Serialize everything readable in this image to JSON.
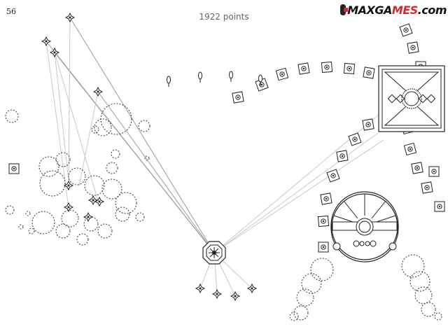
{
  "hud": {
    "counter": "56",
    "score": "1922 points"
  },
  "logo": {
    "text_main": "MAXGA",
    "text_accent": "MES",
    "text_suffix": ".com"
  },
  "colors": {
    "ink": "#222222",
    "beam": "#bbbbbb",
    "smoke": "#333333",
    "logo_red": "#d9262c"
  },
  "icons": {
    "enemy_small": "crosshair-enemy-icon",
    "turret": "octagon-turret-icon",
    "boss": "square-fortress-icon",
    "dome": "dome-walker-icon"
  }
}
